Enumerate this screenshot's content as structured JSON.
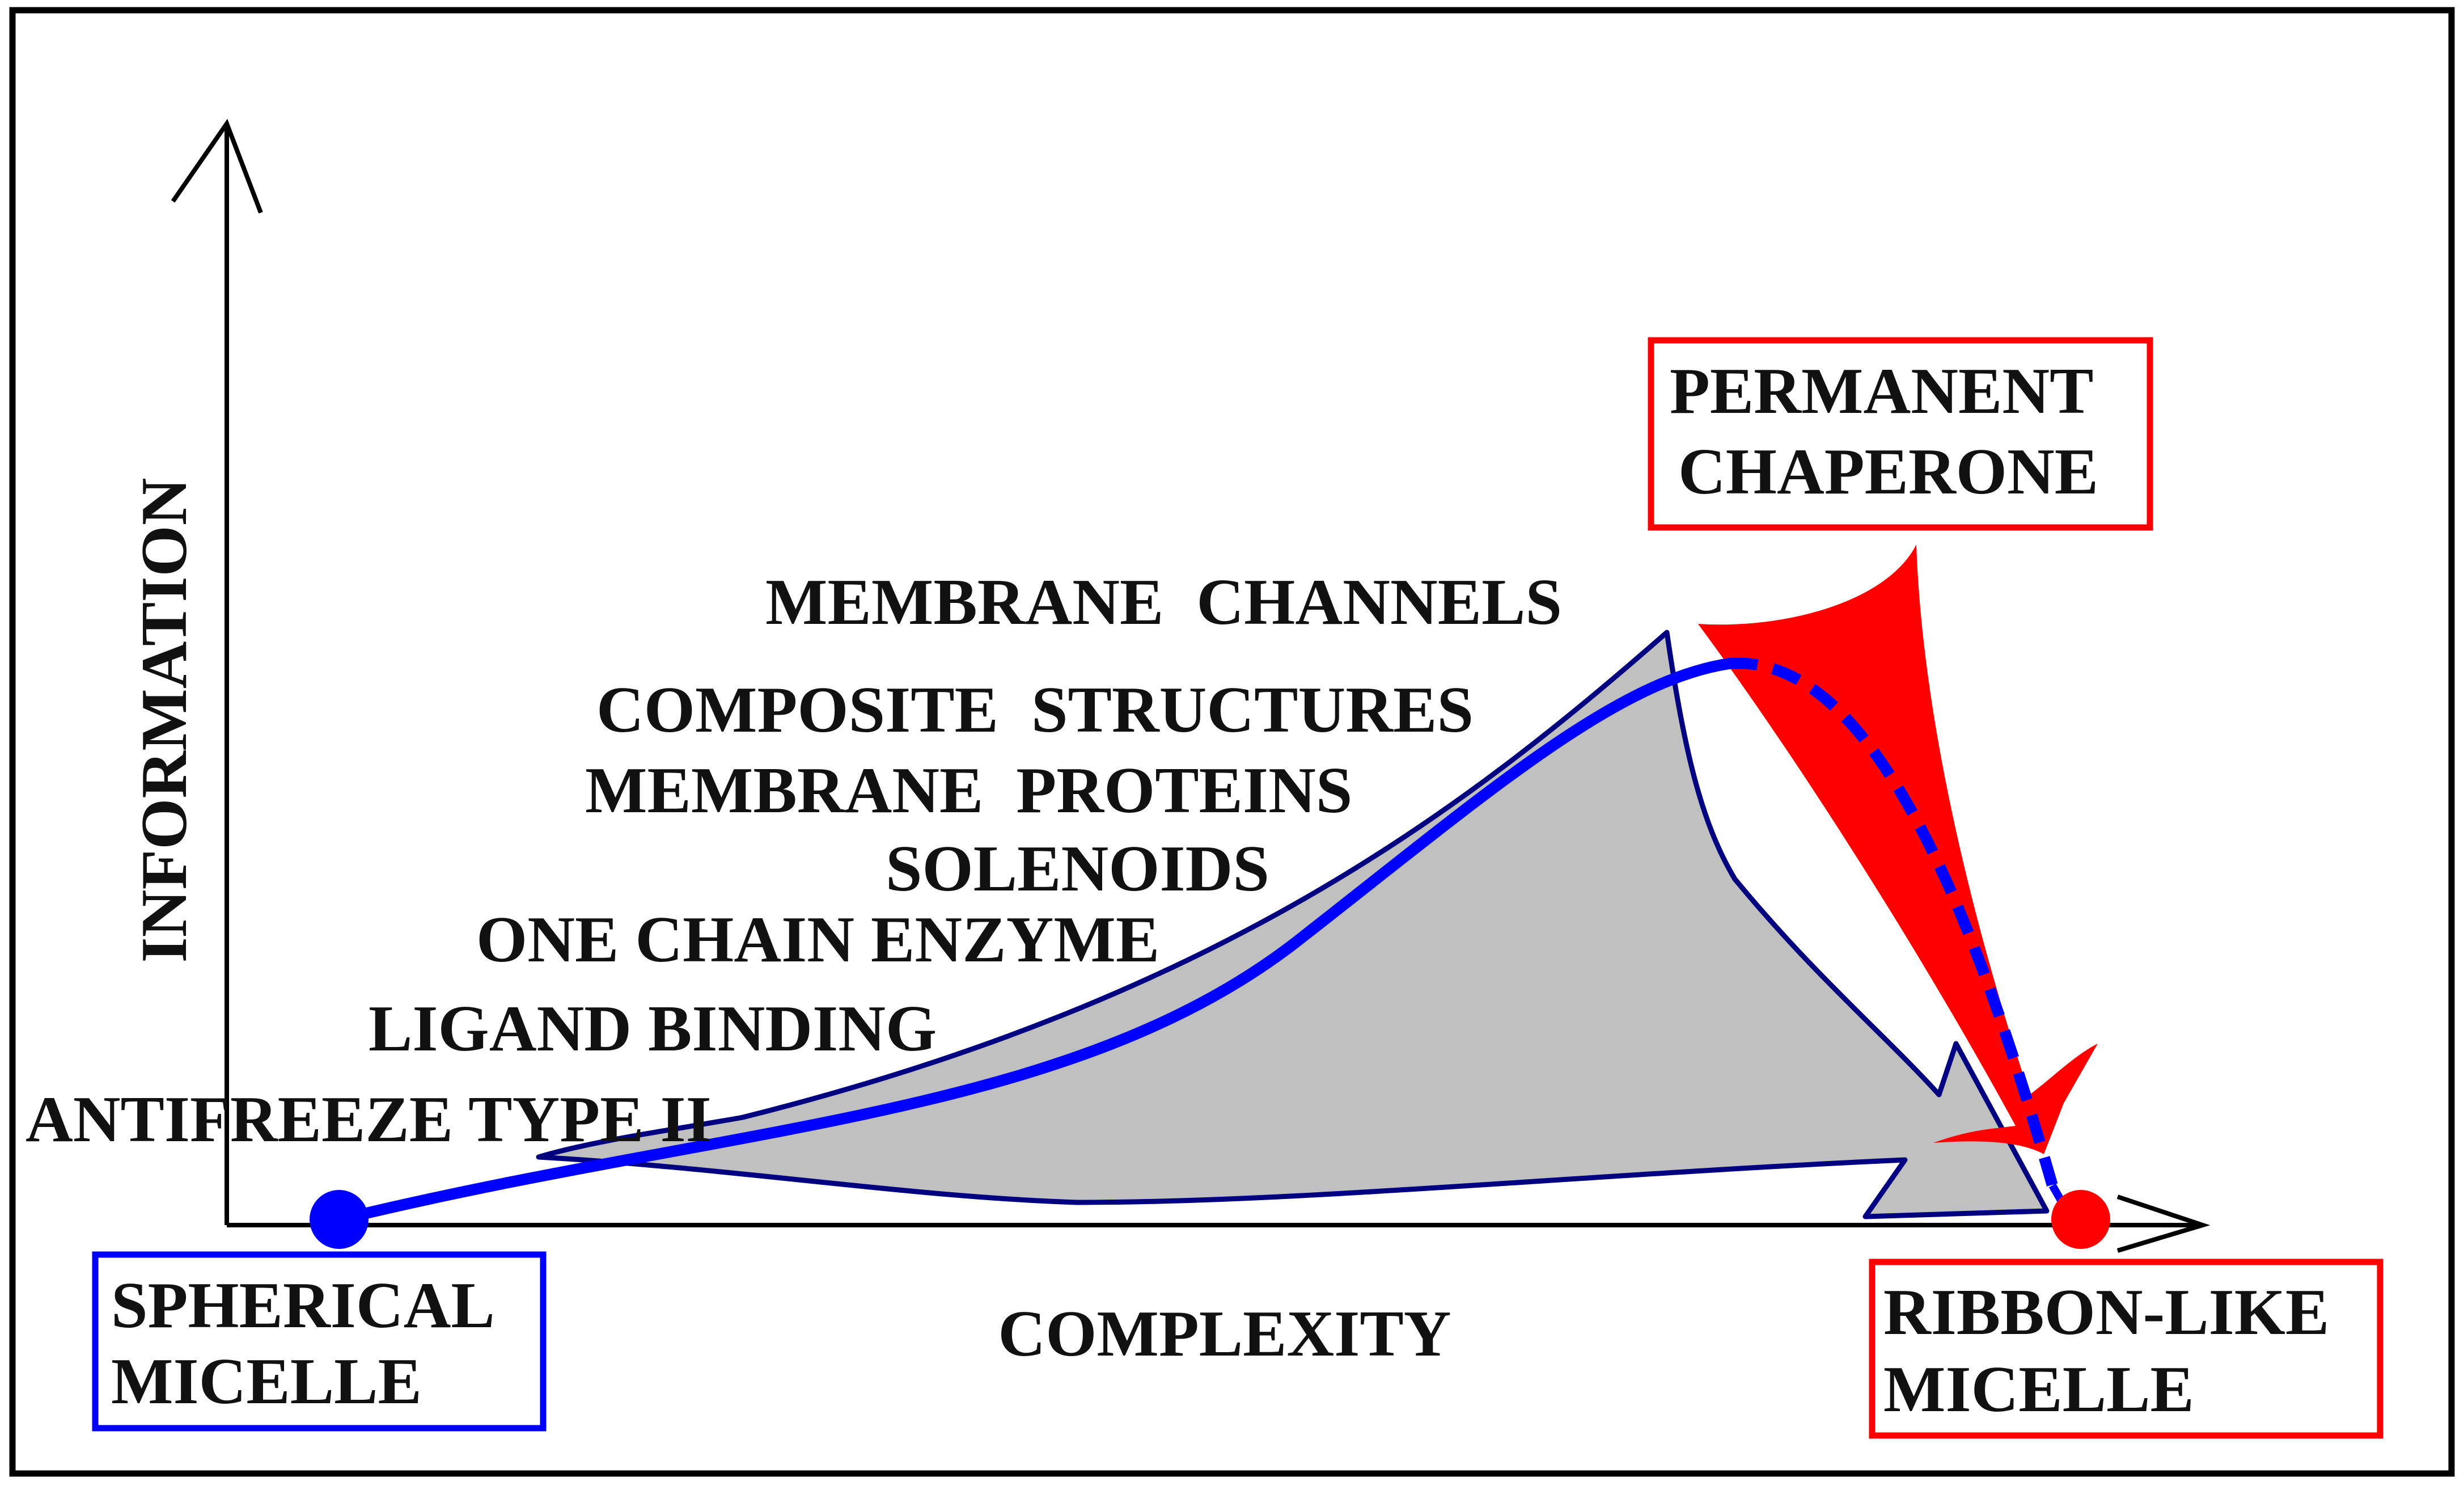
{
  "axes": {
    "y_label": "INFORMATION",
    "x_label": "COMPLEXITY"
  },
  "start_box": {
    "line1": "SPHERICAL",
    "line2": "MICELLE",
    "color": "#0000ff"
  },
  "end_box": {
    "line1": "RIBBON-LIKE",
    "line2": "MICELLE",
    "color": "#ff0000"
  },
  "chaperone_box": {
    "line1": "PERMANENT",
    "line2": "CHAPERONE",
    "color": "#ff0000"
  },
  "structure_labels": [
    "MEMBRANE  CHANNELS",
    "COMPOSITE  STRUCTURES",
    "MEMBRANE  PROTEINS",
    "SOLENOIDS",
    "ONE CHAIN ENZYME",
    "LIGAND BINDING",
    "ANTIFREEZE TYPE II"
  ],
  "colors": {
    "frame": "#000000",
    "axes": "#000000",
    "region_fill": "#c0c0c0",
    "region_outline": "#000080",
    "path": "#0000ff",
    "chaperone_fill": "#ff0000"
  }
}
